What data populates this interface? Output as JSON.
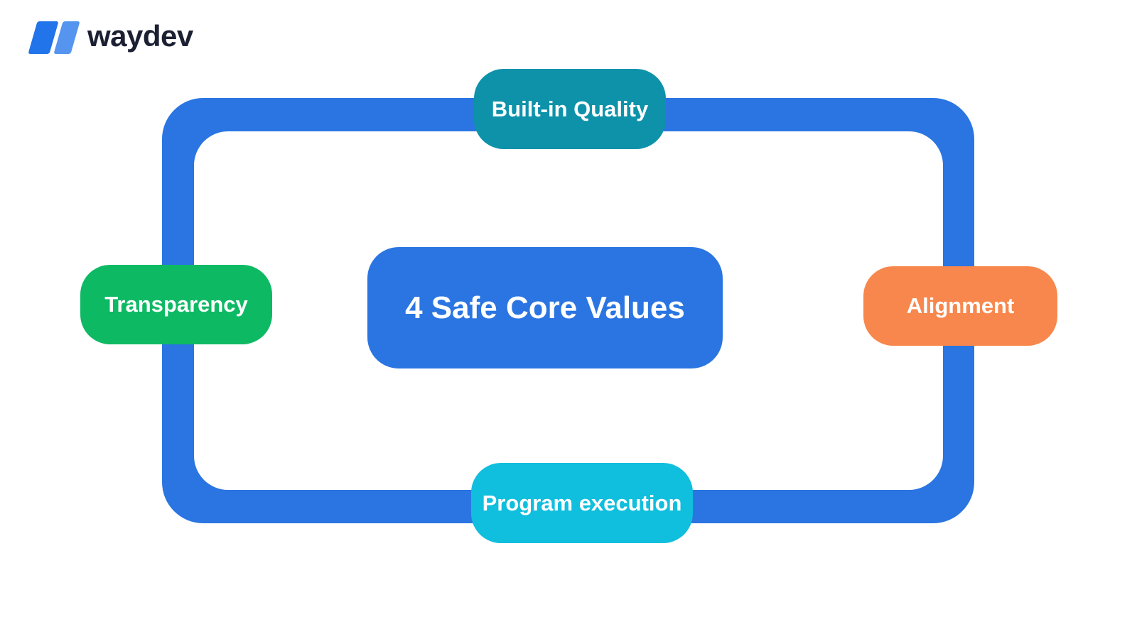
{
  "logo": {
    "text": "waydev",
    "text_color": "#1c2033",
    "icon_left_color": "#2174e9",
    "icon_right_color": "#5595ef"
  },
  "diagram": {
    "frame_color": "#2a75e2",
    "center": {
      "label": "4 Safe Core Values",
      "color": "#2a75e2",
      "text_color": "#ffffff"
    },
    "nodes": {
      "top": {
        "label": "Built-in Quality",
        "color": "#0d92aa"
      },
      "right": {
        "label": "Alignment",
        "color": "#f8874d"
      },
      "bottom": {
        "label": "Program execution",
        "color": "#10bedd"
      },
      "left": {
        "label": "Transparency",
        "color": "#0eb964"
      }
    }
  }
}
